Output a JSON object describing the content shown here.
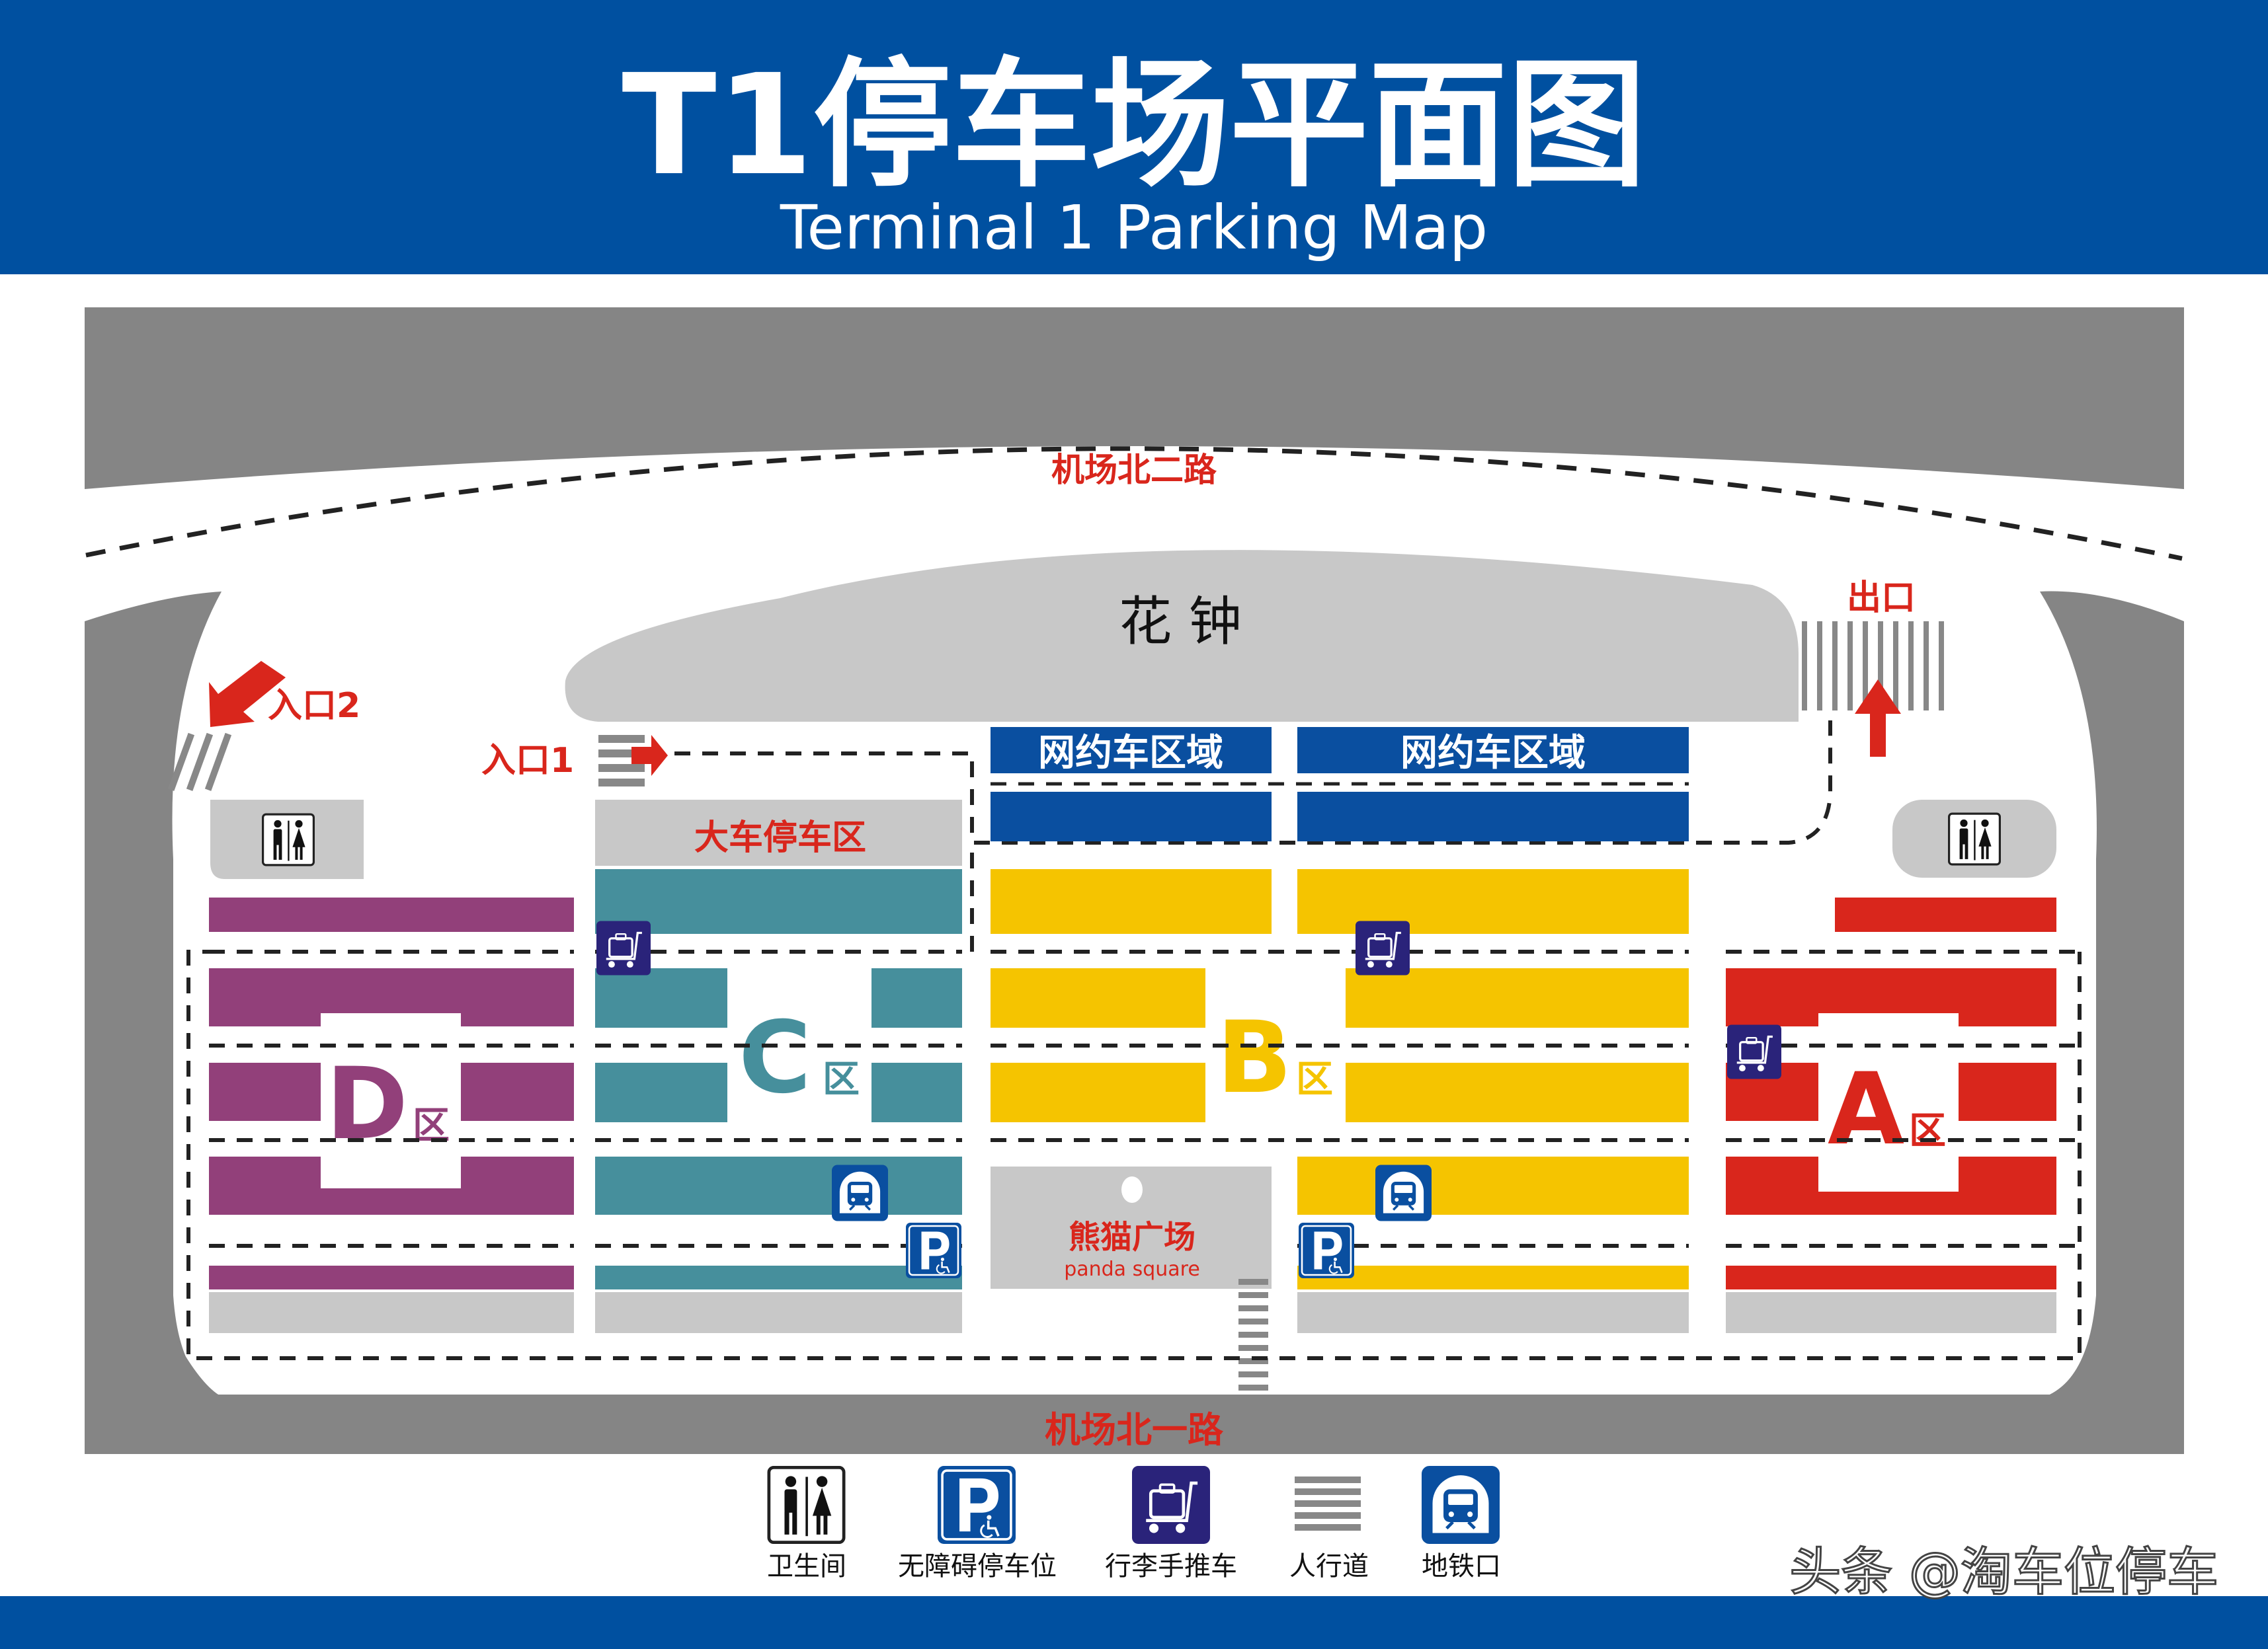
{
  "header": {
    "title": "T1停车场平面图",
    "subtitle": "Terminal 1 Parking Map"
  },
  "roads": {
    "north": "机场北二路",
    "south": "机场北一路"
  },
  "landmarks": {
    "flower_clock": "花 钟",
    "panda_square_cn": "熊猫广场",
    "panda_square_en": "panda square"
  },
  "entrances": {
    "entrance_1": "入口1",
    "entrance_2": "入口2",
    "exit": "出口"
  },
  "areas": {
    "bus_parking": "大车停车区",
    "rideshare_left": "网约车区域",
    "rideshare_right": "网约车区域",
    "zone_a": {
      "letter": "A",
      "suffix": "区",
      "color": "#d9261c"
    },
    "zone_b": {
      "letter": "B",
      "suffix": "区",
      "color": "#f5c400"
    },
    "zone_c": {
      "letter": "C",
      "suffix": "区",
      "color": "#468f9c"
    },
    "zone_d": {
      "letter": "D",
      "suffix": "区",
      "color": "#92407a"
    }
  },
  "legend": [
    {
      "icon": "restroom-icon",
      "label": "卫生间"
    },
    {
      "icon": "accessible-parking-icon",
      "label": "无障碍停车位"
    },
    {
      "icon": "luggage-cart-icon",
      "label": "行李手推车"
    },
    {
      "icon": "crosswalk-icon",
      "label": "人行道"
    },
    {
      "icon": "metro-icon",
      "label": "地铁口"
    }
  ],
  "watermark": "头条 @淘车位停车",
  "colors": {
    "header_blue": "#0050a0",
    "road_gray": "#858585",
    "light_gray": "#c8c8c8",
    "label_red": "#d9261c",
    "rideshare_blue": "#0a4fa0",
    "icon_navy": "#2a237a"
  }
}
